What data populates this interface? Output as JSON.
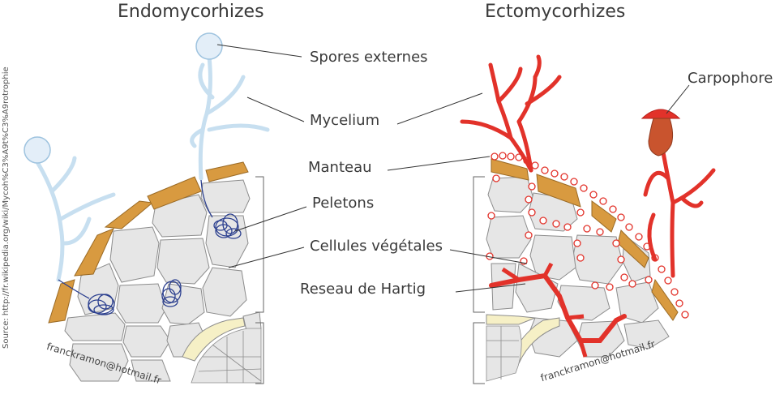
{
  "titles": {
    "endo": "Endomycorhizes",
    "ecto": "Ectomycorhizes"
  },
  "labels": {
    "spores": "Spores externes",
    "mycelium": "Mycelium",
    "carpophore": "Carpophore",
    "manteau": "Manteau",
    "peletons": "Peletons",
    "cellules": "Cellules végétales",
    "hartig": "Reseau de Hartig"
  },
  "source": "Source: http://fr.wikipedia.org/wiki/Mycoh%C3%A9t%C3%A9rotrophie",
  "credits": {
    "left": "franckramon@hotmail.fr",
    "right": "franckramon@hotmail.fr"
  },
  "colors": {
    "mycelium_endo": "#c7dff0",
    "mycelium_ecto": "#e2322a",
    "carpophore_body": "#c9542e",
    "mantle_cell": "#d89a40",
    "plant_cell": "#e6e6e6",
    "endodermis": "#f6f0c6",
    "peleton": "#2b3f8f"
  }
}
